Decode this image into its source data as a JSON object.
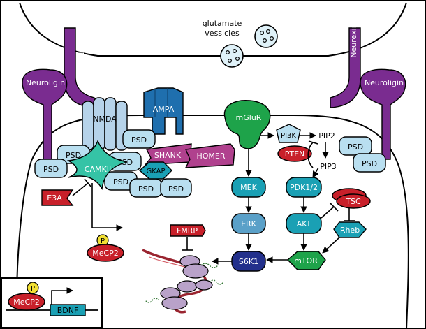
{
  "labels": {
    "glutamate": "glutamate",
    "vesicles": "vessicles",
    "neurexin": "Neurexin",
    "neuroligin": "Neuroligin",
    "nmda": "NMDA",
    "ampa": "AMPA",
    "mglur": "mGluR",
    "psd": "PSD",
    "camkii": "CAMKII",
    "shank": "SHANK",
    "homer": "HOMER",
    "gkap": "GKAP",
    "e3a": "E3A",
    "p": "P",
    "mecp2": "MeCP2",
    "pi3k": "PI3K",
    "pip2": "PIP2",
    "pip3": "PIP3",
    "pten": "PTEN",
    "pdk": "PDK1/2",
    "mek": "MEK",
    "erk": "ERK",
    "s6k1": "S6K1",
    "akt": "AKT",
    "tsc": "TSC",
    "rheb": "Rheb",
    "mtor": "mTOR",
    "fmrp": "FMRP",
    "bdnf": "BDNF"
  },
  "colors": {
    "purple": "#7a2c90",
    "light_blue": "#b9dff0",
    "nmda_blue": "#b6d3ea",
    "ampa_blue": "#1f6fae",
    "green": "#1ea34a",
    "teal": "#1aa0b4",
    "red": "#c8202a",
    "magenta": "#b0418e",
    "navy": "#23308c",
    "yellow": "#f2e033",
    "mrna_red": "#9a2530",
    "ribosome": "#b9a2c9"
  }
}
